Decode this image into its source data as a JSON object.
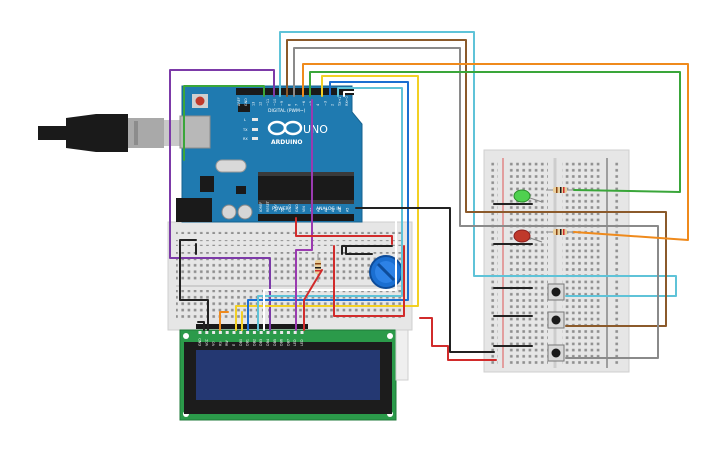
{
  "arduino": {
    "brand": "ARDUINO",
    "model": "UNO",
    "section_digital": "DIGITAL (PWM~)",
    "section_power": "POWER",
    "section_analog": "ANALOG IN",
    "digital_pins": [
      "AREF",
      "GND",
      "13",
      "12",
      "~11",
      "~10",
      "~9",
      "8",
      "7",
      "~6",
      "~5",
      "4",
      "~3",
      "2",
      "TX→1",
      "RX←0"
    ],
    "power_pins": [
      "IOREF",
      "RESET",
      "3.3V",
      "5V",
      "GND",
      "GND",
      "VIN"
    ],
    "analog_pins": [
      "A0",
      "A1",
      "A2",
      "A3",
      "A4",
      "A5"
    ],
    "leds": [
      "L",
      "TX",
      "RX"
    ]
  },
  "lcd": {
    "pins": [
      "GND",
      "VCC",
      "V0",
      "RS",
      "RW",
      "E",
      "DB0",
      "DB1",
      "DB2",
      "DB3",
      "DB4",
      "DB5",
      "DB6",
      "DB7",
      "LED",
      "LED"
    ]
  },
  "colors": {
    "board": "#1f7ab0",
    "breadboard": "#e6e6e6",
    "lcd_pcb": "#2b9a4a",
    "lcd_screen": "#243872",
    "wire_black": "#222222",
    "wire_red": "#d12b2b",
    "wire_yellow": "#f2d024",
    "wire_purple": "#7c3aa8",
    "wire_cyan": "#5fc3d8",
    "wire_orange": "#ef8a1c",
    "wire_brown": "#8b5a2b",
    "wire_gray": "#8a8a8a",
    "wire_green": "#3aa63a",
    "wire_blue": "#1b6fd1",
    "wire_white": "#ffffff"
  },
  "icons": [
    "usb-cable-icon",
    "arduino-infinity-logo-icon",
    "potentiometer-icon",
    "pushbutton-icon",
    "led-icon",
    "resistor-icon"
  ]
}
